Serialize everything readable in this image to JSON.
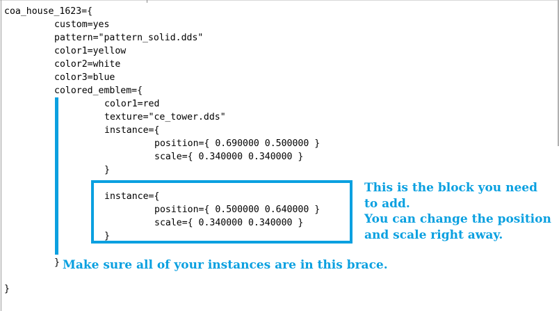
{
  "colors": {
    "annotation": "#0aa0e0",
    "code_text": "#000000",
    "background": "#ffffff"
  },
  "code": {
    "l1": "coa_house_1623={",
    "l2": "custom=yes",
    "l3": "pattern=\"pattern_solid.dds\"",
    "l4": "color1=yellow",
    "l5": "color2=white",
    "l6": "color3=blue",
    "l7": "colored_emblem={",
    "l8": "color1=red",
    "l9": "texture=\"ce_tower.dds\"",
    "l10": "instance={",
    "l11": "position={ 0.690000 0.500000 }",
    "l12": "scale={ 0.340000 0.340000 }",
    "l13": "}",
    "l14": "instance={",
    "l15": "position={ 0.500000 0.640000 }",
    "l16": "scale={ 0.340000 0.340000 }",
    "l17": "}",
    "l18": "}",
    "l19": "}"
  },
  "annotations": {
    "box_note_1": "This is the block you need to add.",
    "box_note_2": "You can change the position and scale right away.",
    "brace_note": "Make sure all of your instances are in this brace."
  }
}
